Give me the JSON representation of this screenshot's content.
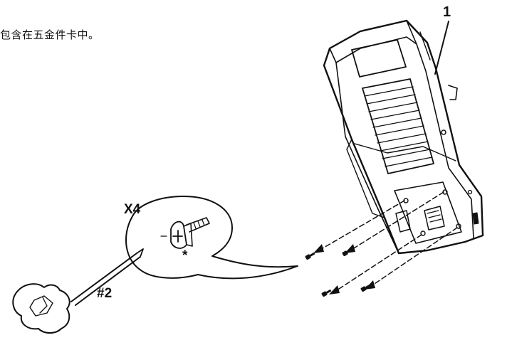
{
  "note_text": "包含在五金件卡中。",
  "labels": {
    "callout_number": "1",
    "screw_quantity": "X4",
    "screw_note_marker": "*",
    "driver_size": "#2"
  }
}
